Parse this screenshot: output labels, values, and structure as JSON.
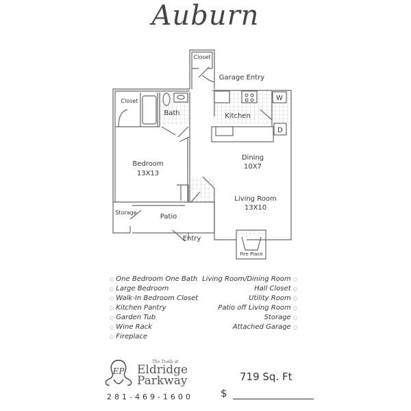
{
  "title": "Auburn",
  "rooms": {
    "garage_closet": "Closet",
    "garage_entry": "Garage Entry",
    "bed_closet": "Closet",
    "bath": "Bath",
    "kitchen": "Kitchen",
    "washer": "W",
    "dryer": "D",
    "dining": "Dining",
    "dining_size": "10X7",
    "bedroom": "Bedroom",
    "bedroom_size": "13X13",
    "living": "Living Room",
    "living_size": "13X10",
    "storage": "Storage",
    "patio": "Patio",
    "entry": "Entry",
    "fireplace": "Fire Place"
  },
  "features_left": [
    "One Bedroom  One Bath",
    "Large Bedroom",
    "Walk-In Bedroom Closet",
    "Kitchen Pantry",
    "Garden Tub",
    "Wine Rack",
    "Fireplace"
  ],
  "features_right": [
    "Living Room/Dining Room",
    "Hall Closet",
    "Utility Room",
    "Patio off Living Room",
    "Storage",
    "Attached Garage"
  ],
  "bullet": "○",
  "brand": {
    "prefix": "The Trails at",
    "line1": "Eldridge",
    "line2": "Parkway",
    "monogram": "EP"
  },
  "phone": "281-469-1600",
  "sqft": "719 Sq. Ft",
  "price_symbol": "$"
}
